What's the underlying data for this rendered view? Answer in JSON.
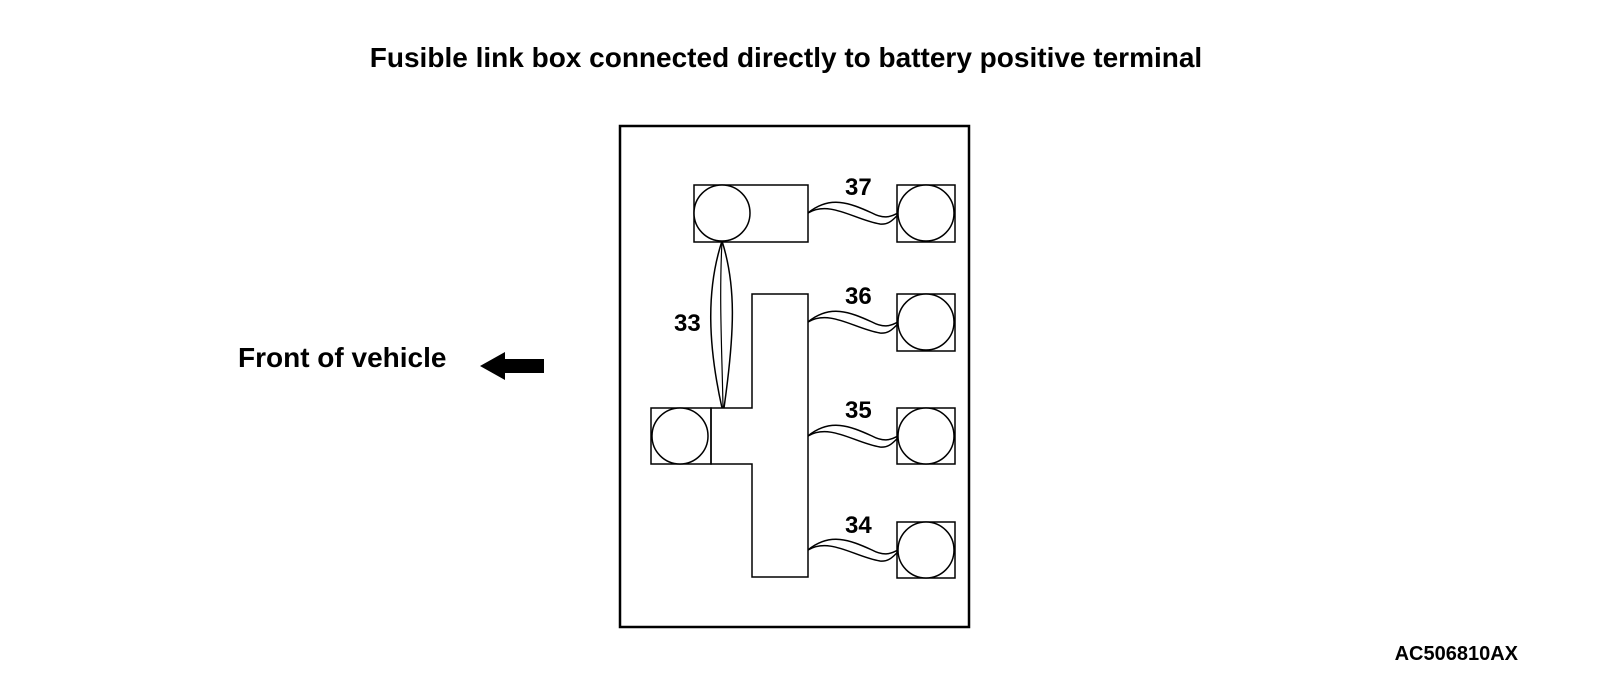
{
  "header": {
    "title": "Fusible link box connected directly to battery positive terminal"
  },
  "diagram": {
    "direction_label": "Front of vehicle",
    "direction_arrow_icon": "left-arrow-icon",
    "figure_code": "AC506810AX",
    "fusible_links": [
      {
        "number": "33"
      },
      {
        "number": "34"
      },
      {
        "number": "35"
      },
      {
        "number": "36"
      },
      {
        "number": "37"
      }
    ]
  },
  "colors": {
    "line": "#000000",
    "background": "#ffffff"
  }
}
